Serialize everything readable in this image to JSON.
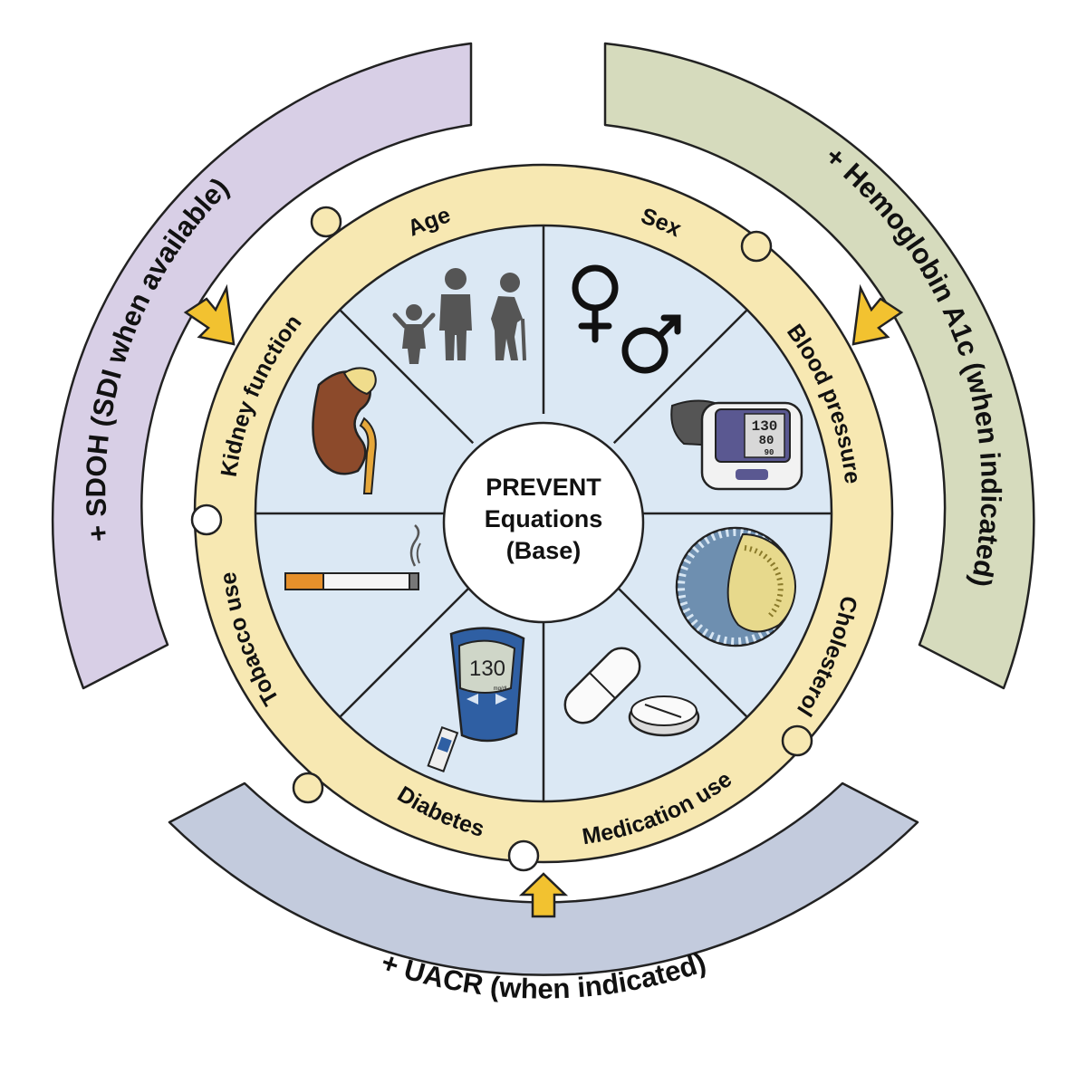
{
  "center": {
    "line1": "PREVENT",
    "line2": "Equations",
    "line3": "(Base)"
  },
  "factors": [
    {
      "key": "age",
      "label": "Age"
    },
    {
      "key": "sex",
      "label": "Sex"
    },
    {
      "key": "blood_pressure",
      "label": "Blood pressure"
    },
    {
      "key": "cholesterol",
      "label": "Cholesterol"
    },
    {
      "key": "medication",
      "label": "Medication use"
    },
    {
      "key": "diabetes",
      "label": "Diabetes"
    },
    {
      "key": "tobacco",
      "label": "Tobacco use"
    },
    {
      "key": "kidney",
      "label": "Kidney function"
    }
  ],
  "add_ons": {
    "sdoh": {
      "label": "+ SDOH (SDI when available)",
      "color": "#d8cfe6"
    },
    "hba1c": {
      "label": "+ Hemoglobin A1c (when indicated)",
      "color": "#d6dbbd"
    },
    "uacr": {
      "label": "+ UACR (when indicated)",
      "color": "#c3cbdd"
    }
  },
  "icon_text": {
    "bp_top": "130",
    "bp_mid": "80",
    "bp_low": "90",
    "glucose": "130",
    "glucose_unit": "mg/dL"
  },
  "colors": {
    "ring": "#f7e8b2",
    "segment": "#dbe8f4",
    "arrow": "#f2c230",
    "outline": "#222222"
  }
}
